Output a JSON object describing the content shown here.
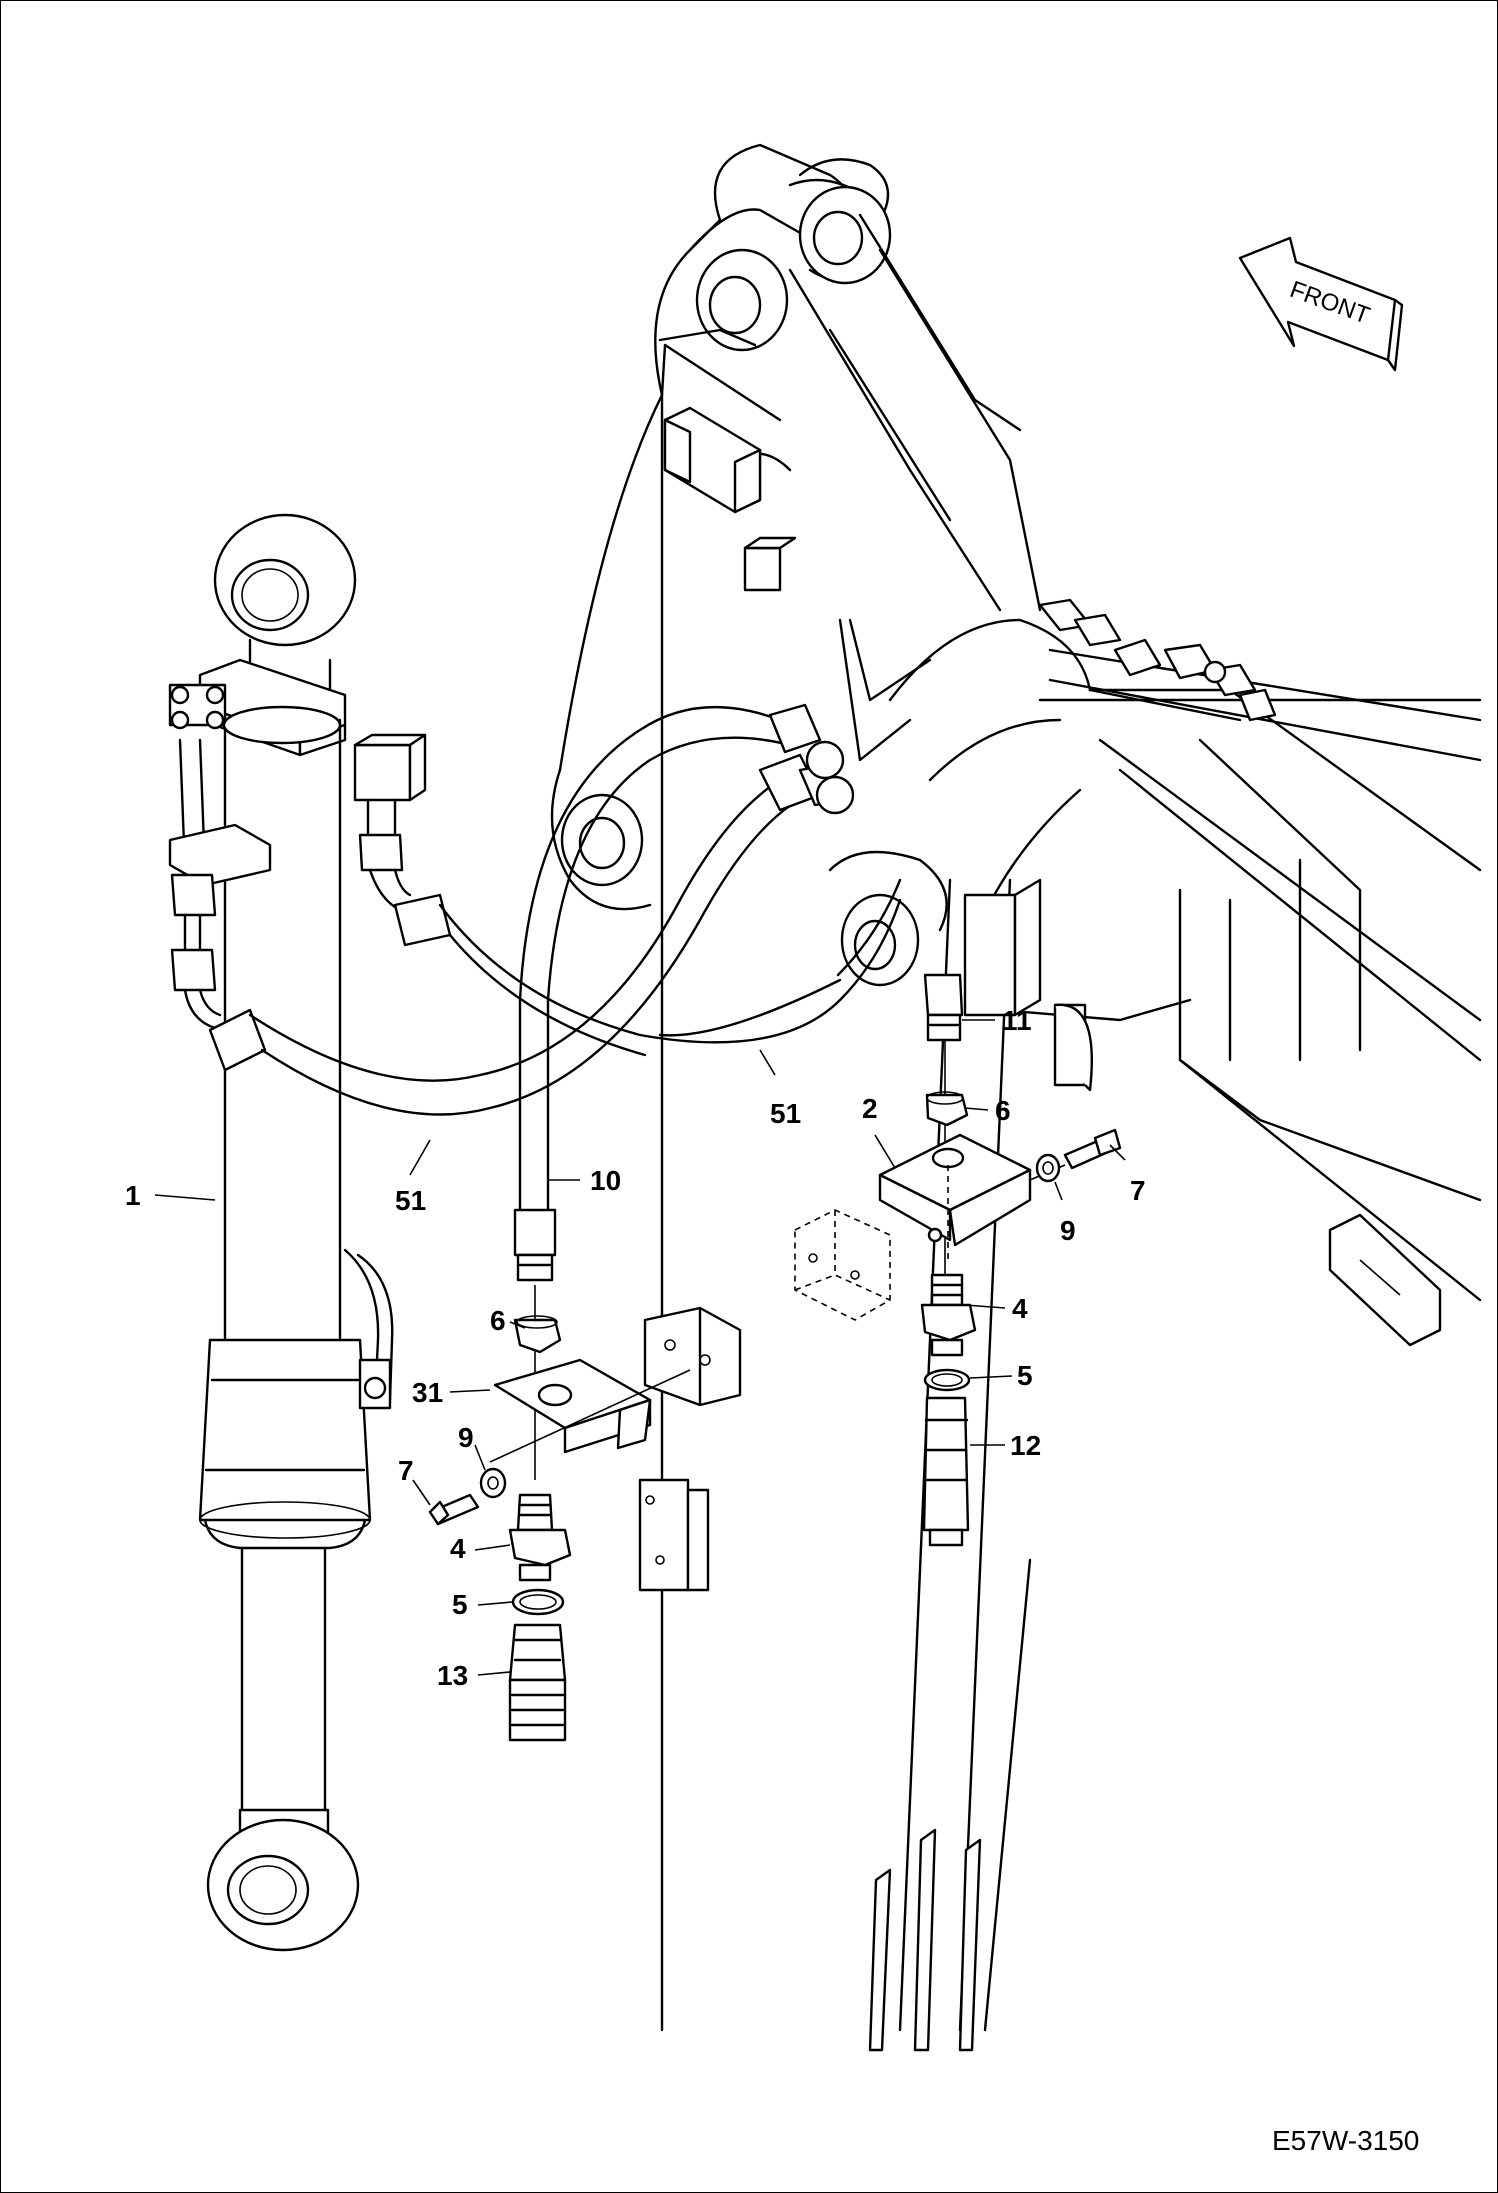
{
  "diagram": {
    "front_label": "FRONT",
    "drawing_code": "E57W-3150",
    "callouts": [
      {
        "id": "c1",
        "text": "1"
      },
      {
        "id": "c51a",
        "text": "51"
      },
      {
        "id": "c51b",
        "text": "51"
      },
      {
        "id": "c10",
        "text": "10"
      },
      {
        "id": "c6a",
        "text": "6"
      },
      {
        "id": "c31",
        "text": "31"
      },
      {
        "id": "c9a",
        "text": "9"
      },
      {
        "id": "c7a",
        "text": "7"
      },
      {
        "id": "c4a",
        "text": "4"
      },
      {
        "id": "c5a",
        "text": "5"
      },
      {
        "id": "c13",
        "text": "13"
      },
      {
        "id": "c11",
        "text": "11"
      },
      {
        "id": "c6b",
        "text": "6"
      },
      {
        "id": "c2",
        "text": "2"
      },
      {
        "id": "c7b",
        "text": "7"
      },
      {
        "id": "c9b",
        "text": "9"
      },
      {
        "id": "c4b",
        "text": "4"
      },
      {
        "id": "c5b",
        "text": "5"
      },
      {
        "id": "c12",
        "text": "12"
      }
    ]
  }
}
